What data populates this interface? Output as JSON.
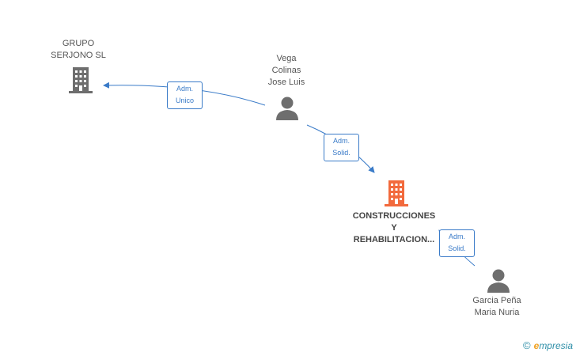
{
  "nodes": {
    "grupo": {
      "lines": [
        "GRUPO",
        "SERJONO SL"
      ]
    },
    "vega": {
      "lines": [
        "Vega",
        "Colinas",
        "Jose Luis"
      ]
    },
    "construcciones": {
      "lines": [
        "CONSTRUCCIONES",
        "Y",
        "REHABILITACION..."
      ]
    },
    "garcia": {
      "lines": [
        "Garcia Peña",
        "Maria Nuria"
      ]
    }
  },
  "relations": {
    "adm_unico": {
      "line1": "Adm.",
      "line2": "Unico"
    },
    "adm_solid_1": {
      "line1": "Adm.",
      "line2": "Solid."
    },
    "adm_solid_2": {
      "line1": "Adm.",
      "line2": "Solid."
    }
  },
  "brand": {
    "copyright": "©",
    "initial": "e",
    "rest": "mpresia"
  },
  "colors": {
    "edge": "#3a7bc8",
    "company": "#6e6e6e",
    "company_main": "#f26a3d",
    "person": "#6e6e6e"
  }
}
